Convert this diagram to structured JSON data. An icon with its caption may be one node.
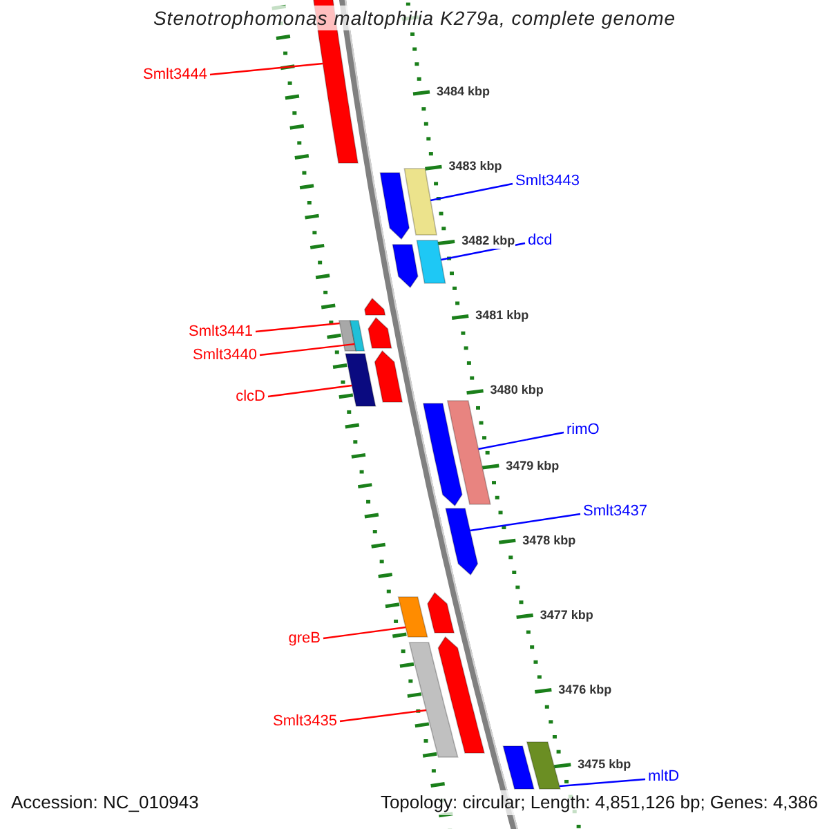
{
  "diagram": {
    "title": "Stenotrophomonas maltophilia K279a, complete genome",
    "nodes": [
      {
        "text": [
          "Smlt3444"
        ]
      },
      {
        "text": [
          "Smlt3443"
        ]
      },
      {
        "text": [
          "dcd"
        ]
      },
      {
        "text": [
          "Smlt3441"
        ]
      },
      {
        "text": [
          "Smlt3440"
        ]
      },
      {
        "text": [
          "clcD"
        ]
      },
      {
        "text": [
          "rimO"
        ]
      },
      {
        "text": [
          "Smlt3437"
        ]
      },
      {
        "text": [
          "greB"
        ]
      },
      {
        "text": [
          "Smlt3435"
        ]
      },
      {
        "text": [
          "mltD"
        ]
      },
      {
        "text": [],
        "shape": "bar"
      },
      {
        "text": [],
        "shape": "arrow"
      },
      {
        "text": [],
        "shape": "bar"
      },
      {
        "text": [],
        "shape": "arrow"
      },
      {
        "text": [],
        "shape": "bar"
      },
      {
        "text": [],
        "shape": "arrow"
      },
      {
        "text": [],
        "shape": "bar"
      },
      {
        "text": [],
        "shape": "bar"
      },
      {
        "text": [],
        "shape": "arrow"
      },
      {
        "text": [],
        "shape": "bar"
      },
      {
        "text": [],
        "shape": "arrow"
      },
      {
        "text": [],
        "shape": "bar"
      },
      {
        "text": [],
        "shape": "arrow"
      },
      {
        "text": [],
        "shape": "arrow"
      },
      {
        "text": [],
        "shape": "bar"
      },
      {
        "text": [],
        "shape": "arrow"
      },
      {
        "text": [],
        "shape": "bar"
      },
      {
        "text": [],
        "shape": "arrow"
      },
      {
        "text": [],
        "shape": "bar"
      },
      {
        "text": [],
        "shape": "bar"
      }
    ],
    "edges": [
      {
        "from": 0,
        "to": 11,
        "arrow": "none"
      },
      {
        "from": 1,
        "to": 13,
        "arrow": "none",
        "color": "#0000ff"
      },
      {
        "from": 2,
        "to": 15,
        "arrow": "none",
        "color": "#0000ff"
      },
      {
        "from": 3,
        "to": 17,
        "arrow": "none"
      },
      {
        "from": 4,
        "to": 18,
        "arrow": "none"
      },
      {
        "from": 5,
        "to": 20,
        "arrow": "none"
      },
      {
        "from": 6,
        "to": 22,
        "arrow": "none",
        "color": "#0000ff"
      },
      {
        "from": 7,
        "to": 24,
        "arrow": "none",
        "color": "#0000ff"
      },
      {
        "from": 8,
        "to": 25,
        "arrow": "none"
      },
      {
        "from": 9,
        "to": 27,
        "arrow": "none"
      },
      {
        "from": 10,
        "to": 29,
        "arrow": "none",
        "color": "#0000ff"
      }
    ],
    "labels": [
      "3484 kbp",
      "3483 kbp",
      "3482 kbp",
      "3481 kbp",
      "3480 kbp",
      "3479 kbp",
      "3478 kbp",
      "3477 kbp",
      "3476 kbp",
      "3475 kbp",
      "Accession: NC_010943",
      "Topology: circular; Length: 4,851,126 bp; Genes: 4,386"
    ]
  }
}
